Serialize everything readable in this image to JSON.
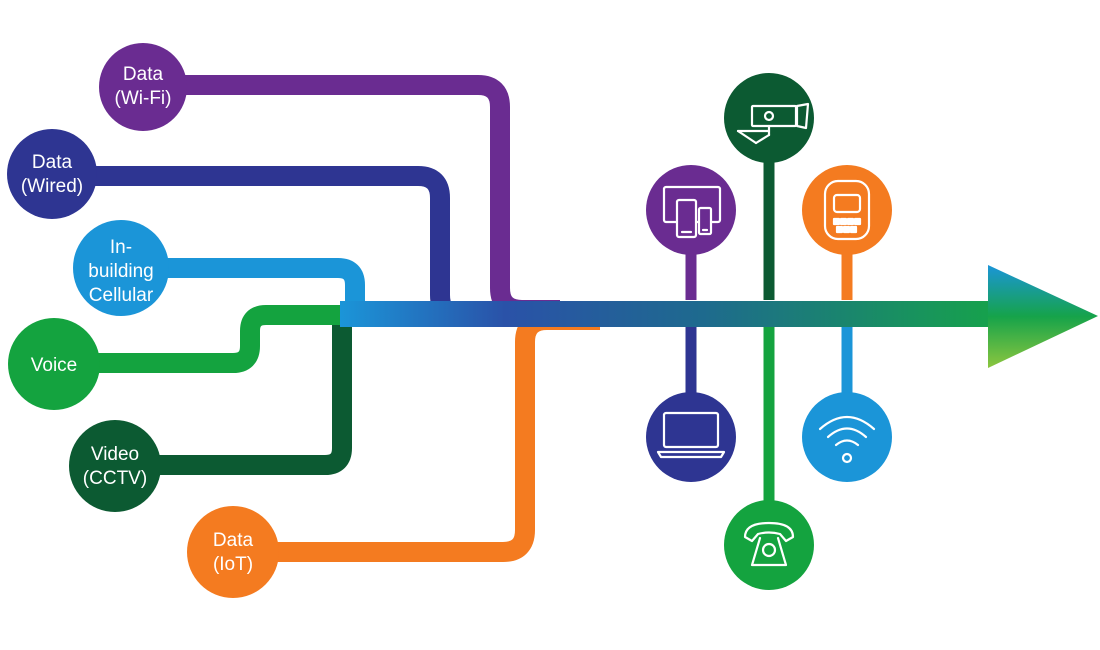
{
  "sources": [
    {
      "id": "wifi",
      "line1": "Data",
      "line2": "(Wi-Fi)",
      "color": "#6a2c91"
    },
    {
      "id": "wired",
      "line1": "Data",
      "line2": "(Wired)",
      "color": "#2e3592"
    },
    {
      "id": "cellular",
      "line1": "In-",
      "line2": "building",
      "line3": "Cellular",
      "color": "#1b95d8"
    },
    {
      "id": "voice",
      "line1": "Voice",
      "color": "#14a33f"
    },
    {
      "id": "cctv",
      "line1": "Video",
      "line2": "(CCTV)",
      "color": "#0c5a32"
    },
    {
      "id": "iot",
      "line1": "Data",
      "line2": "(IoT)",
      "color": "#f47b20"
    }
  ],
  "endpoints": [
    {
      "icon": "tablet-phone-devices-icon",
      "color": "#6a2c91"
    },
    {
      "icon": "cctv-camera-icon",
      "color": "#0c5a32"
    },
    {
      "icon": "iot-device-icon",
      "color": "#f47b20"
    },
    {
      "icon": "laptop-icon",
      "color": "#2e3592"
    },
    {
      "icon": "telephone-icon",
      "color": "#14a33f"
    },
    {
      "icon": "wifi-signal-icon",
      "color": "#1b95d8"
    }
  ]
}
